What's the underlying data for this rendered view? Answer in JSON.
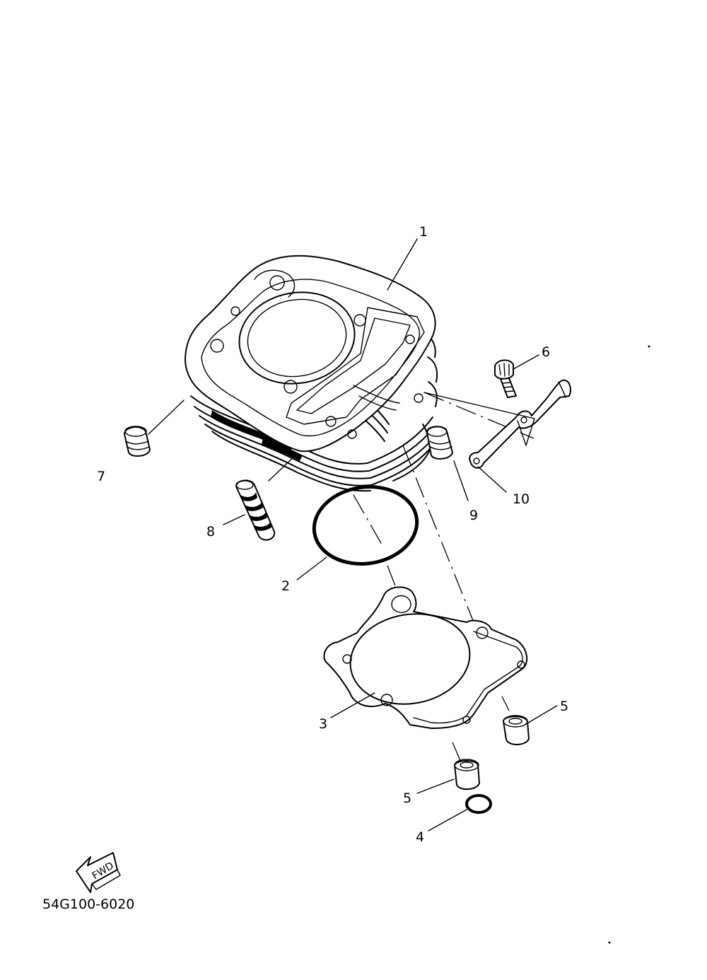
{
  "diagram": {
    "callouts": [
      {
        "id": "c1",
        "label": "1"
      },
      {
        "id": "c2",
        "label": "2"
      },
      {
        "id": "c3",
        "label": "3"
      },
      {
        "id": "c4",
        "label": "4"
      },
      {
        "id": "c5a",
        "label": "5"
      },
      {
        "id": "c5b",
        "label": "5"
      },
      {
        "id": "c6",
        "label": "6"
      },
      {
        "id": "c7",
        "label": "7"
      },
      {
        "id": "c8",
        "label": "8"
      },
      {
        "id": "c9",
        "label": "9"
      },
      {
        "id": "c10",
        "label": "10"
      }
    ],
    "fwd_label": "FWD",
    "diagram_code": "54G100-6020"
  }
}
